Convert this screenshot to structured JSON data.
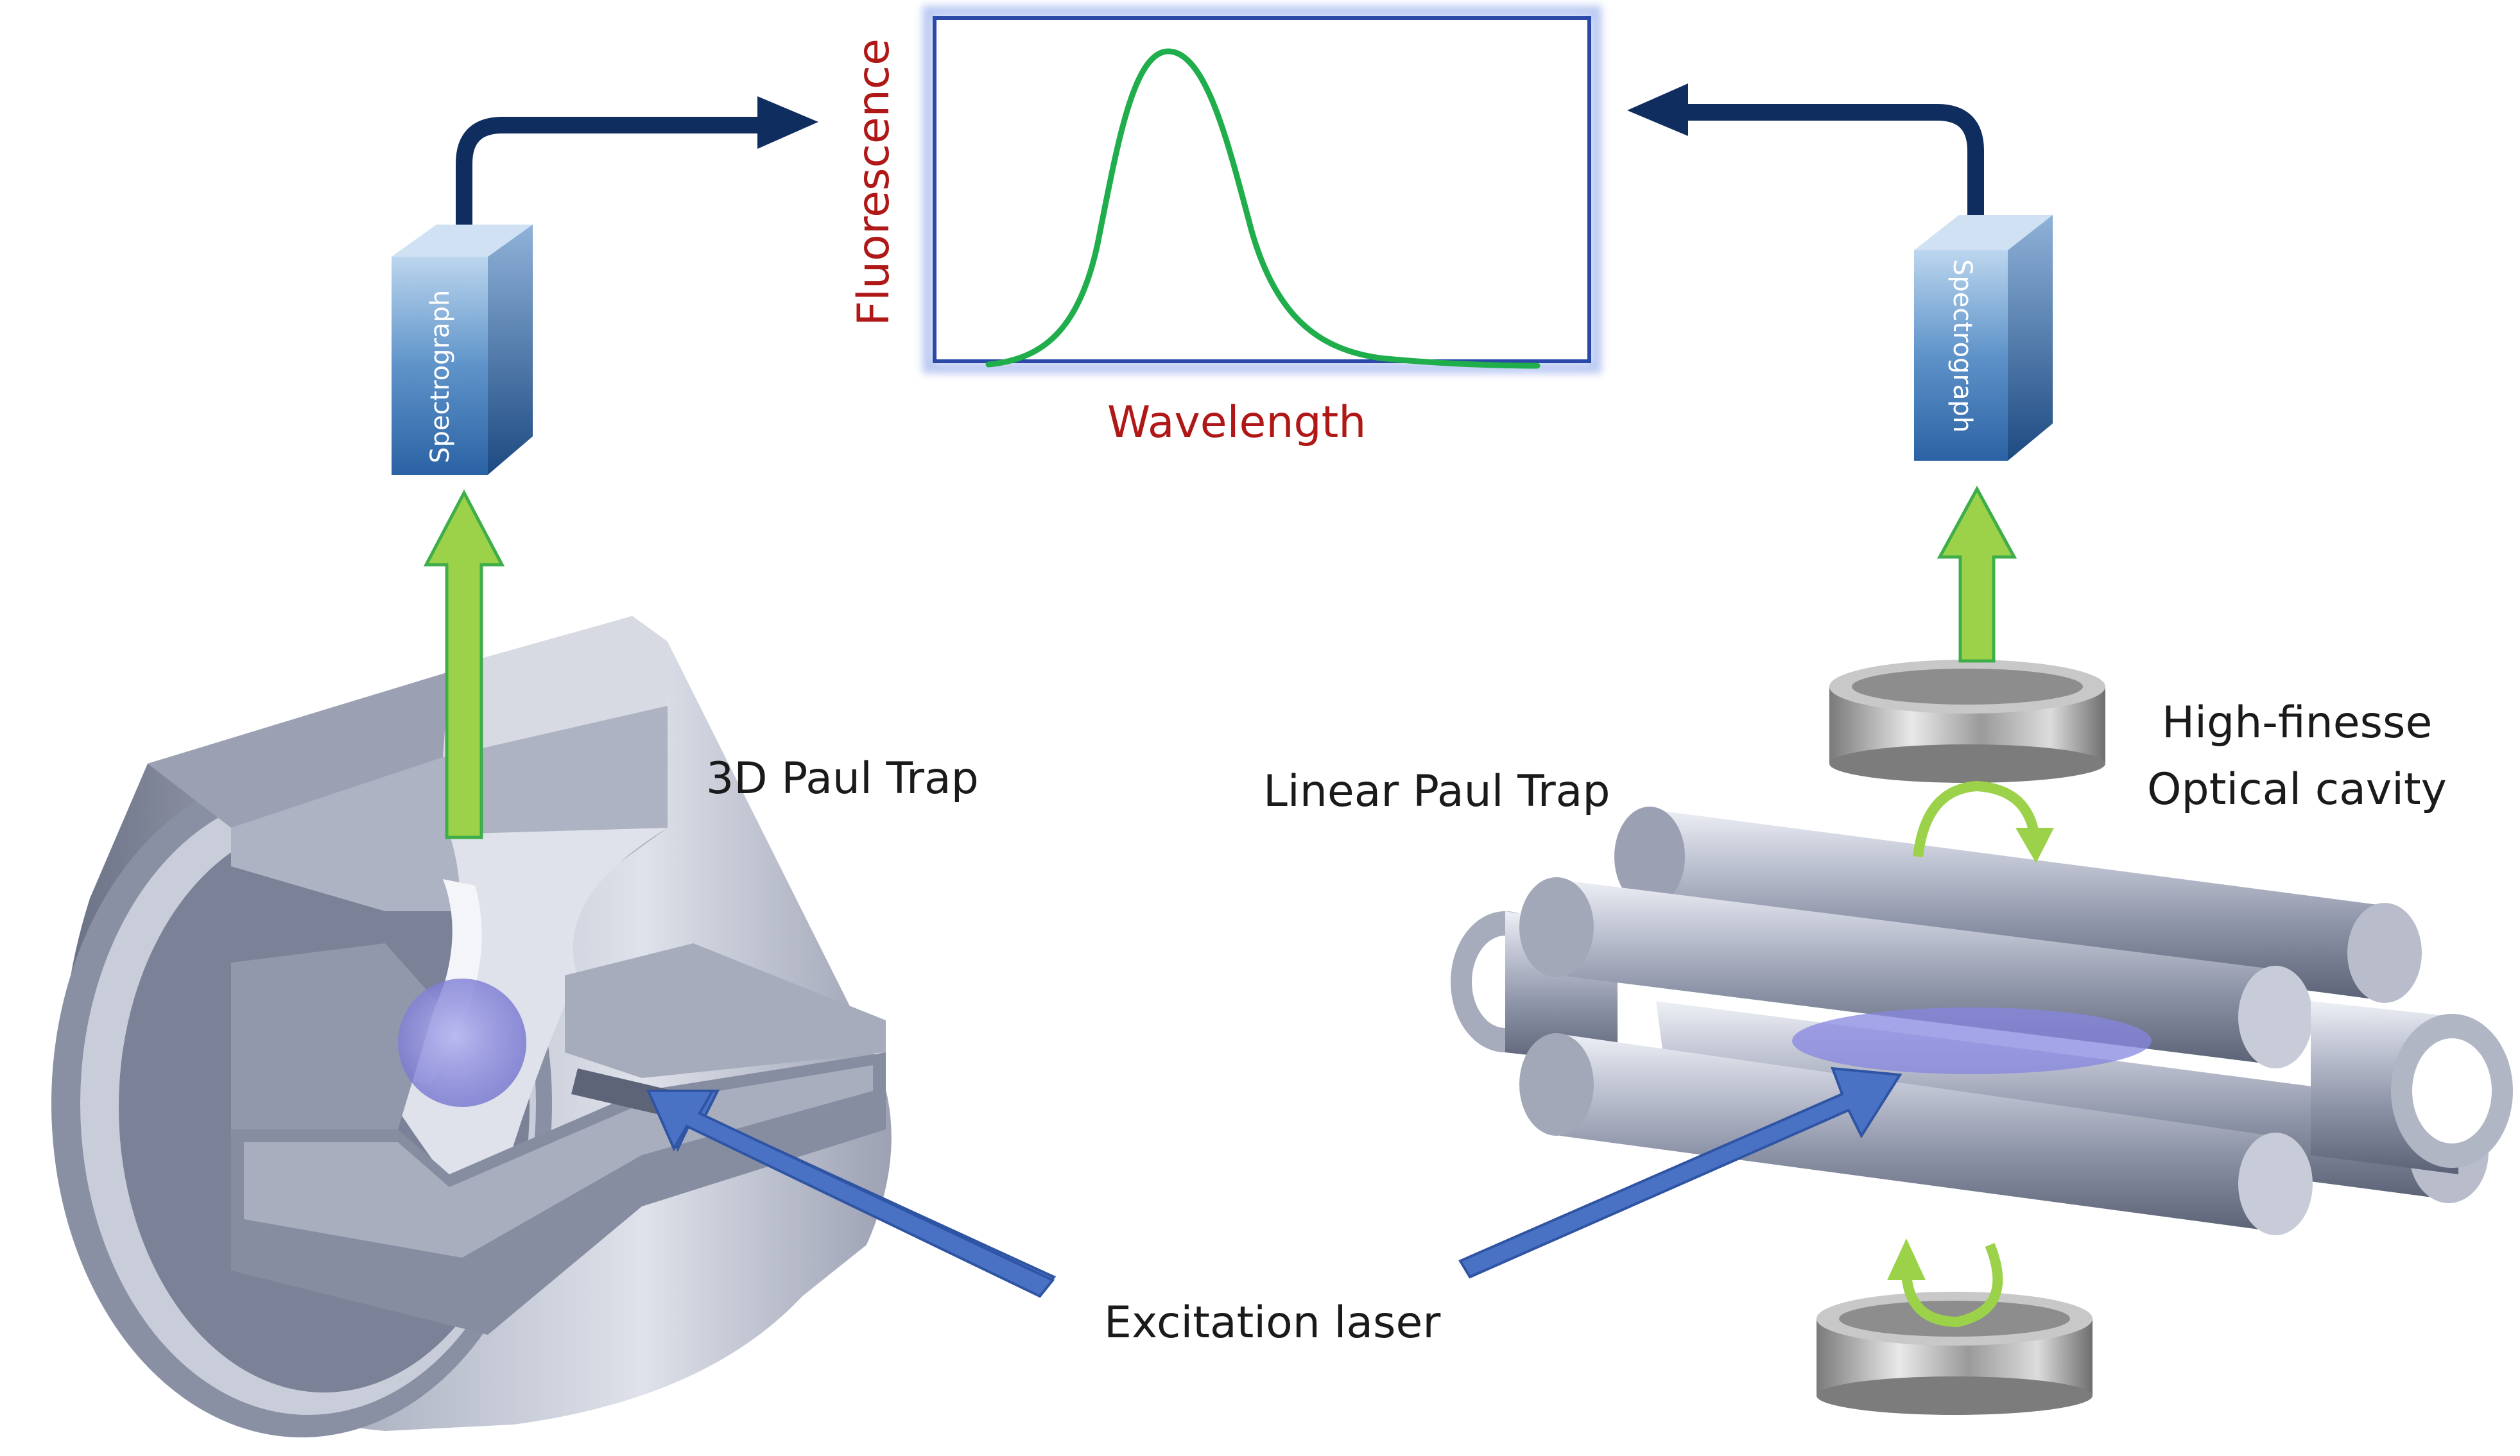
{
  "labels": {
    "trap_3d": "3D Paul Trap",
    "trap_linear": "Linear Paul Trap",
    "cavity_line1": "High-finesse",
    "cavity_line2": "Optical cavity",
    "laser": "Excitation laser",
    "spectrograph_left": "Spectrograph",
    "spectrograph_right": "Spectrograph"
  },
  "plot": {
    "ylabel": "Fluorescence",
    "xlabel": "Wavelength"
  },
  "colors": {
    "signal_arrow": "#9cd24a",
    "signal_arrow_edge": "#3fae49",
    "laser_arrow": "#4a72c4",
    "path_arrow": "#0f2d5e",
    "curve": "#1fae4b",
    "axis_label": "#b01818",
    "plot_frame": "#2a49a8"
  }
}
